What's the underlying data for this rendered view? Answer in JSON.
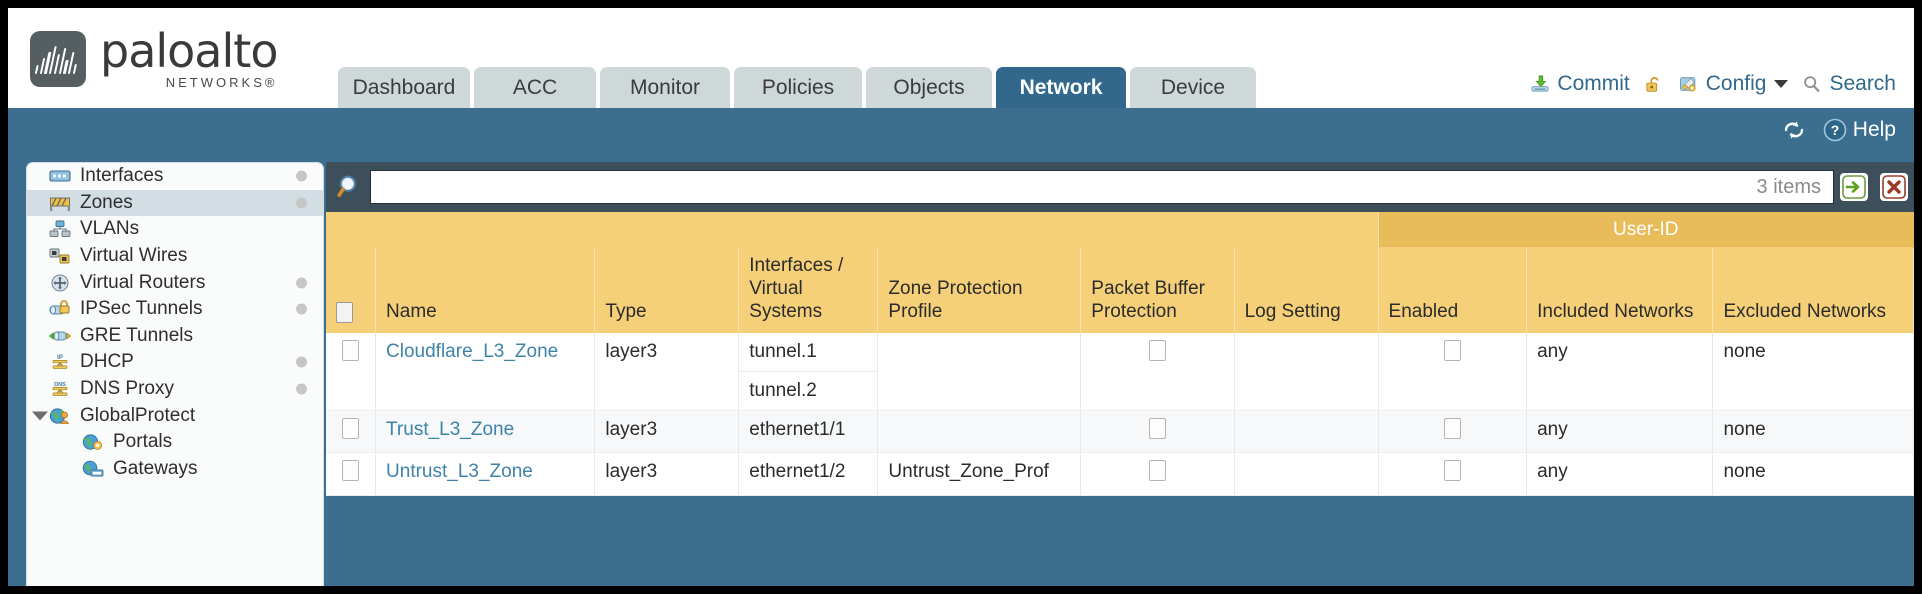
{
  "brand": {
    "name": "paloalto",
    "sub": "NETWORKS",
    "reg": "®"
  },
  "nav": {
    "tabs": [
      {
        "label": "Dashboard",
        "selected": false,
        "width": 132
      },
      {
        "label": "ACC",
        "selected": false,
        "width": 122
      },
      {
        "label": "Monitor",
        "selected": false,
        "width": 130
      },
      {
        "label": "Policies",
        "selected": false,
        "width": 128
      },
      {
        "label": "Objects",
        "selected": false,
        "width": 126
      },
      {
        "label": "Network",
        "selected": true,
        "width": 130
      },
      {
        "label": "Device",
        "selected": false,
        "width": 126
      }
    ]
  },
  "header_actions": {
    "commit": "Commit",
    "config": "Config",
    "search": "Search"
  },
  "band": {
    "help": "Help"
  },
  "sidebar": {
    "items": [
      {
        "label": "Interfaces",
        "icon": "interfaces-icon",
        "selected": false,
        "dot": true,
        "child": false,
        "expander": false
      },
      {
        "label": "Zones",
        "icon": "zones-icon",
        "selected": true,
        "dot": true,
        "child": false,
        "expander": false
      },
      {
        "label": "VLANs",
        "icon": "vlans-icon",
        "selected": false,
        "dot": false,
        "child": false,
        "expander": false
      },
      {
        "label": "Virtual Wires",
        "icon": "virtual-wires-icon",
        "selected": false,
        "dot": false,
        "child": false,
        "expander": false
      },
      {
        "label": "Virtual Routers",
        "icon": "virtual-routers-icon",
        "selected": false,
        "dot": true,
        "child": false,
        "expander": false
      },
      {
        "label": "IPSec Tunnels",
        "icon": "ipsec-tunnels-icon",
        "selected": false,
        "dot": true,
        "child": false,
        "expander": false
      },
      {
        "label": "GRE Tunnels",
        "icon": "gre-tunnels-icon",
        "selected": false,
        "dot": false,
        "child": false,
        "expander": false
      },
      {
        "label": "DHCP",
        "icon": "dhcp-icon",
        "selected": false,
        "dot": true,
        "child": false,
        "expander": false
      },
      {
        "label": "DNS Proxy",
        "icon": "dns-proxy-icon",
        "selected": false,
        "dot": true,
        "child": false,
        "expander": false
      },
      {
        "label": "GlobalProtect",
        "icon": "globalprotect-icon",
        "selected": false,
        "dot": false,
        "child": false,
        "expander": true
      },
      {
        "label": "Portals",
        "icon": "portals-icon",
        "selected": false,
        "dot": false,
        "child": true,
        "expander": false
      },
      {
        "label": "Gateways",
        "icon": "gateways-icon",
        "selected": false,
        "dot": false,
        "child": true,
        "expander": false
      }
    ]
  },
  "search": {
    "value": "",
    "placeholder": "",
    "item_count": "3 items"
  },
  "table": {
    "group_header": {
      "label": "User-ID",
      "span": 3
    },
    "columns": [
      "Name",
      "Type",
      "Interfaces / Virtual Systems",
      "Zone Protection Profile",
      "Packet Buffer Protection",
      "Log Setting",
      "Enabled",
      "Included Networks",
      "Excluded Networks"
    ],
    "rows": [
      {
        "name": "Cloudflare_L3_Zone",
        "type": "layer3",
        "interfaces": [
          "tunnel.1",
          "tunnel.2"
        ],
        "zone_protection_profile": "",
        "packet_buffer_protection": false,
        "log_setting": "",
        "userid_enabled": false,
        "included_networks": "any",
        "excluded_networks": "none"
      },
      {
        "name": "Trust_L3_Zone",
        "type": "layer3",
        "interfaces": [
          "ethernet1/1"
        ],
        "zone_protection_profile": "",
        "packet_buffer_protection": false,
        "log_setting": "",
        "userid_enabled": false,
        "included_networks": "any",
        "excluded_networks": "none"
      },
      {
        "name": "Untrust_L3_Zone",
        "type": "layer3",
        "interfaces": [
          "ethernet1/2"
        ],
        "zone_protection_profile": "Untrust_Zone_Prof",
        "packet_buffer_protection": false,
        "log_setting": "",
        "userid_enabled": false,
        "included_networks": "any",
        "excluded_networks": "none"
      }
    ]
  },
  "colors": {
    "brand_blue": "#31688c",
    "band_blue": "#3c6e8f",
    "table_header": "#f5d078",
    "table_group_header": "#e7bc59",
    "link": "#3e83a8",
    "search_bar": "#3e4f5c"
  }
}
